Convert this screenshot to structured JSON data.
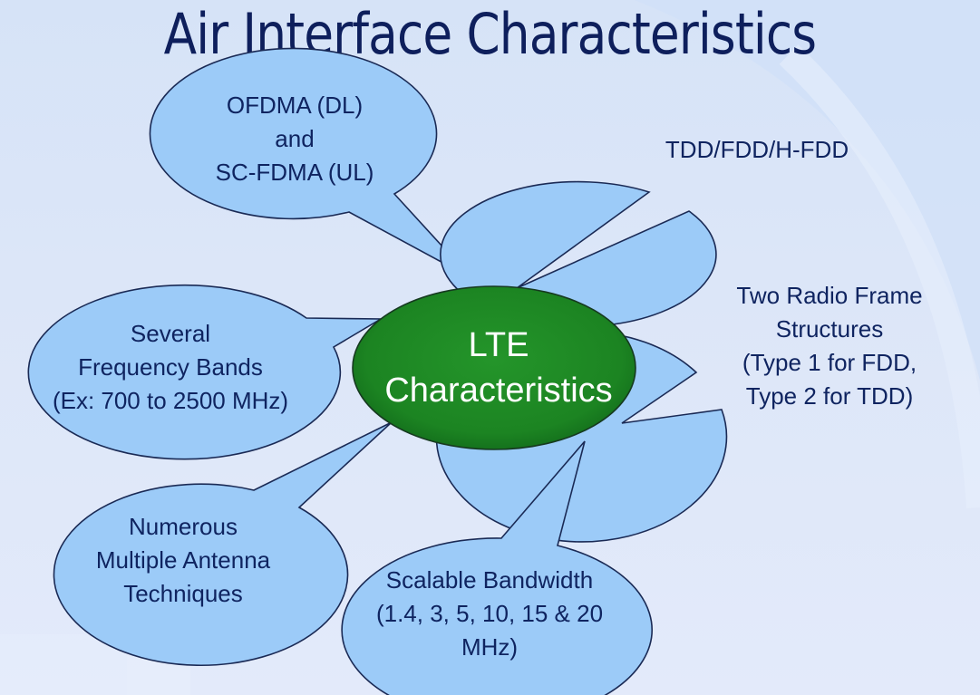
{
  "slide": {
    "title": "Air Interface Characteristics",
    "colors": {
      "title": "#0e1f5c",
      "callout_fill": "#9ccbf8",
      "callout_stroke": "#1a2a55",
      "callout_text": "#0f2460",
      "center_fill": "#1e8a22",
      "center_text": "#ffffff",
      "background": "#dce6f8"
    }
  },
  "center": {
    "line1": "LTE",
    "line2": "Characteristics"
  },
  "callouts": [
    {
      "id": "access",
      "lines": [
        "OFDMA (DL)",
        "and",
        "SC-FDMA (UL)"
      ]
    },
    {
      "id": "duplex",
      "lines": [
        "TDD/FDD/H-FDD"
      ]
    },
    {
      "id": "bands",
      "lines": [
        "Several",
        "Frequency Bands",
        "(Ex: 700 to 2500 MHz)"
      ]
    },
    {
      "id": "frames",
      "lines": [
        "Two Radio Frame",
        "Structures",
        "(Type 1 for FDD,",
        "Type 2 for TDD)"
      ]
    },
    {
      "id": "antenna",
      "lines": [
        "Numerous",
        "Multiple Antenna",
        "Techniques"
      ]
    },
    {
      "id": "bandwidth",
      "lines": [
        "Scalable Bandwidth",
        "(1.4, 3, 5, 10, 15 & 20",
        "MHz)"
      ]
    }
  ]
}
